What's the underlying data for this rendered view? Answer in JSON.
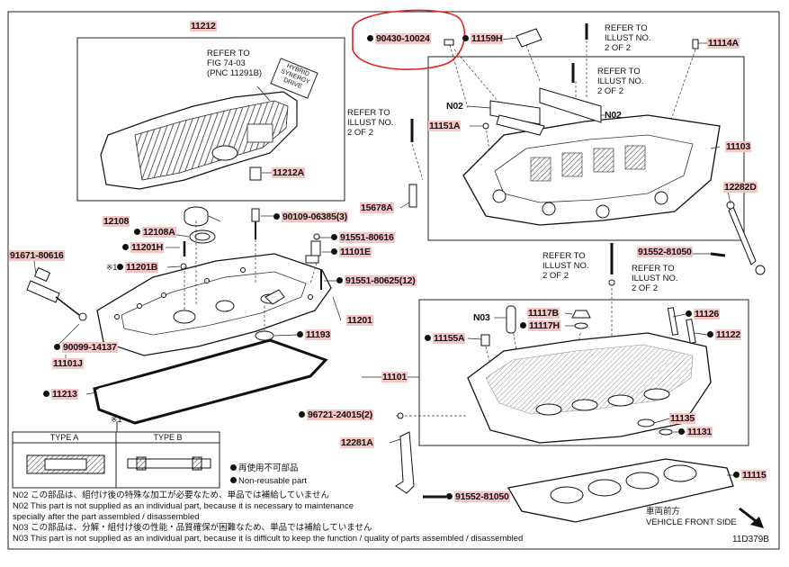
{
  "parts": {
    "p11212": "11212",
    "p11212A": "11212A",
    "p12108": "12108",
    "p12108A": "12108A",
    "p11201H": "11201H",
    "p11201B": "11201B",
    "p91671": "91671-80616",
    "p90099": "90099-14137",
    "p11101J": "11101J",
    "p11213": "11213",
    "p11193": "11193",
    "p11201": "11201",
    "p90109": "90109-06385(3)",
    "p91551a": "91551-80616",
    "p11101E": "11101E",
    "p91551b": "91551-80625(12)",
    "p90430": "90430-10024",
    "p11159H": "11159H",
    "p11114A": "11114A",
    "pN02a": "N02",
    "pN02b": "N02",
    "p11151A": "11151A",
    "p11103": "11103",
    "p12282D": "12282D",
    "p15678A": "15678A",
    "p91552a": "91552-81050",
    "pN03": "N03",
    "p11117B": "11117B",
    "p11117H": "11117H",
    "p11126": "11126",
    "p11122": "11122",
    "p11155A": "11155A",
    "p11101": "11101",
    "p96721": "96721-24015(2)",
    "p11135": "11135",
    "p11131": "11131",
    "p12281A": "12281A",
    "p11115": "11115",
    "p91552b": "91552-81050"
  },
  "refs": {
    "fig": "REFER TO\nFIG 74-03\n(PNC 11291B)",
    "r1": "REFER TO\nILLUST NO.\n2 OF 2",
    "r2": "REFER TO\nILLUST NO.\n2 OF 2",
    "r3": "REFER TO\nILLUST NO.\n2 OF 2",
    "r4": "REFER TO\nILLUST NO.\n2 OF 2",
    "r5": "REFER TO\nILLUST NO.\n2 OF 2"
  },
  "cover_text": "HYBRID SYNERGY DRIVE",
  "note_mark": "※1",
  "type_a": "TYPE A",
  "type_b": "TYPE B",
  "legend": {
    "jp": "再使用不可部品",
    "en": "Non-reusable part"
  },
  "notes": [
    "N02  この部品は、組付け後の特殊な加工が必要なため、単品では補給していません",
    "N02  This part is not supplied as an individual part, because it is necessary to maintenance",
    "        specially after the part assembled / disassembled",
    "N03  この部品は、分解・組付け後の性能・品質確保が困難なため、単品では補給していません",
    "N03  This part is not supplied as an individual part, because it is difficult to keep the function / quality of parts  assembled / disassembled"
  ],
  "front": {
    "jp": "車両前方",
    "en": "VEHICLE FRONT SIDE"
  },
  "diagram_id": "11D379B",
  "colors": {
    "highlight": "#f7c4c4",
    "annotation": "#e02020"
  }
}
